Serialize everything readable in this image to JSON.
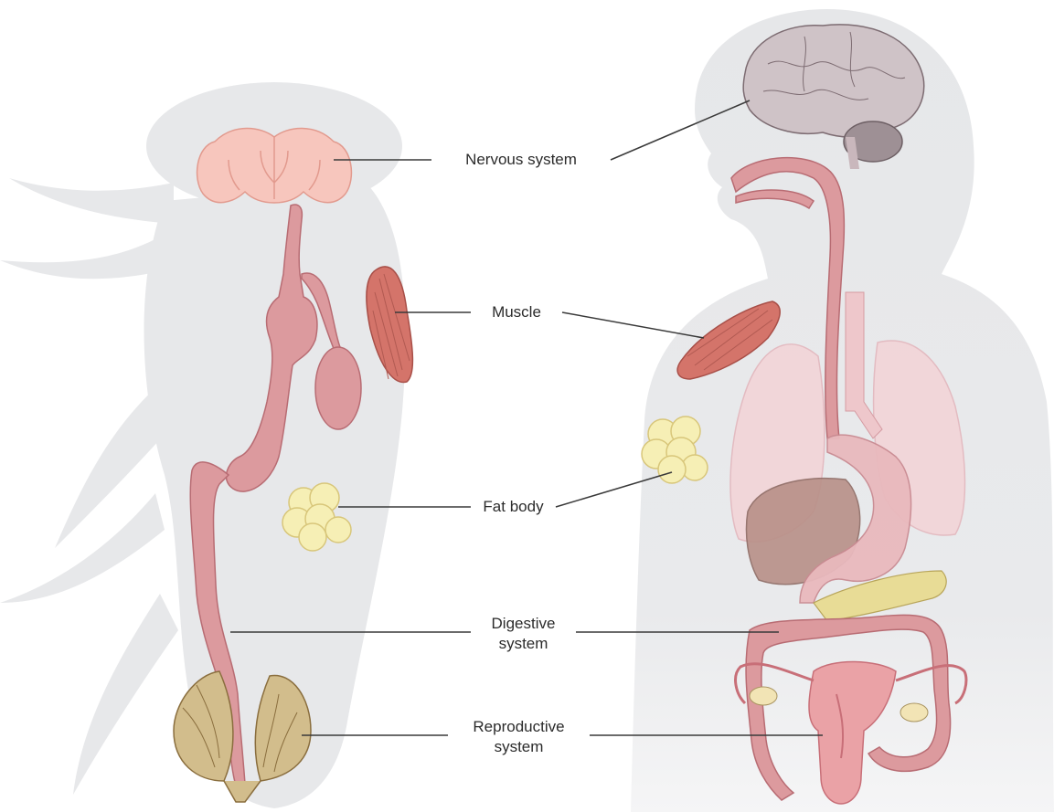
{
  "labels": {
    "nervous": "Nervous system",
    "muscle": "Muscle",
    "fat": "Fat body",
    "digestive": "Digestive\nsystem",
    "reproductive": "Reproductive\nsystem"
  },
  "colors": {
    "silhouette": "#e7e8ea",
    "gut": "#dc9a9e",
    "gut_stroke": "#b86c73",
    "brain_fly": "#f7c6bd",
    "muscle": "#d4746a",
    "fat": "#f6efb5",
    "ovary_fly": "#d2bd8c",
    "brain_human": "#cfc3c7",
    "lung": "#f2d4d8",
    "leader": "#3a3a3a"
  }
}
